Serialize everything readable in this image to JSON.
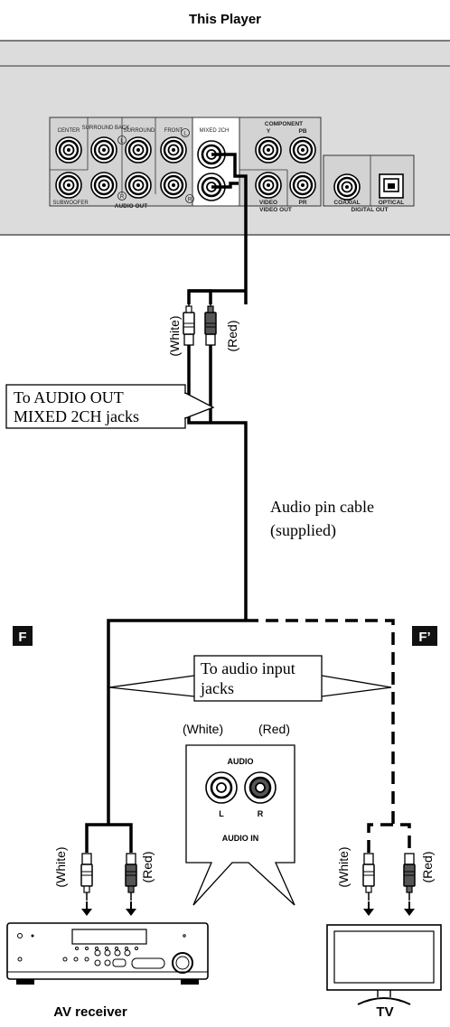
{
  "title": "This Player",
  "player": {
    "labels": {
      "center": "CENTER",
      "subwoofer": "SUBWOOFER",
      "surround_back": "SURROUND BACK",
      "surround": "SURROUND",
      "front": "FRONT",
      "mixed_2ch": "MIXED 2CH",
      "audio_out": "AUDIO OUT",
      "component": "COMPONENT",
      "y": "Y",
      "pb": "PB",
      "pr": "PR",
      "video": "VIDEO",
      "video_out": "VIDEO OUT",
      "coaxial": "COAXIAL",
      "optical": "OPTICAL",
      "digital_out": "DIGITAL OUT",
      "left_mark": "L",
      "right_mark": "R"
    }
  },
  "callouts": {
    "audio_out_line1": "To AUDIO OUT",
    "audio_out_line2": "MIXED 2CH jacks",
    "input_line1": "To audio input",
    "input_line2": "jacks"
  },
  "cable_label_line1": "Audio pin cable",
  "cable_label_line2": "(supplied)",
  "plug_labels": {
    "white": "(White)",
    "red": "(Red)"
  },
  "badges": {
    "f": "F",
    "f_prime": "F’"
  },
  "audio_in_box": {
    "white": "(White)",
    "red": "(Red)",
    "audio": "AUDIO",
    "l": "L",
    "r": "R",
    "audio_in": "AUDIO IN"
  },
  "devices": {
    "receiver": "AV receiver",
    "tv": "TV"
  },
  "colors": {
    "panel": "#dcdcdc",
    "line": "#000000",
    "badge": "#111111"
  }
}
